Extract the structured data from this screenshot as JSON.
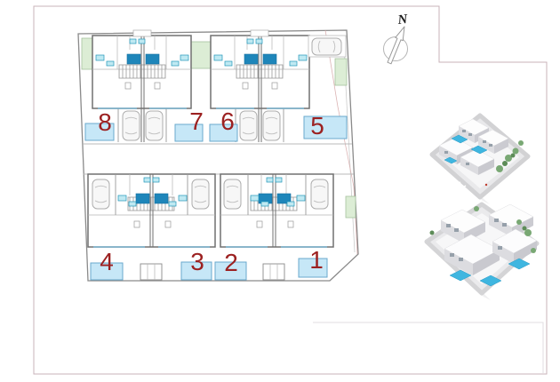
{
  "compass": {
    "label": "N"
  },
  "site_plan": {
    "units": [
      {
        "number": "1"
      },
      {
        "number": "2"
      },
      {
        "number": "3"
      },
      {
        "number": "4"
      },
      {
        "number": "5"
      },
      {
        "number": "6"
      },
      {
        "number": "7"
      },
      {
        "number": "8"
      }
    ]
  },
  "colors": {
    "unit_number": "#9c2121",
    "pool_fill": "#c6e7f7",
    "pool_border": "#69a9cd",
    "water_feature": "#1e86ba",
    "sanitary_fixture": "#2aa3c4",
    "greenery": "#dcedd5",
    "wall": "#707070",
    "sheet_frame": "#c9b3ba",
    "render_pool": "#3fb6e0",
    "render_tree": "#79a874"
  }
}
